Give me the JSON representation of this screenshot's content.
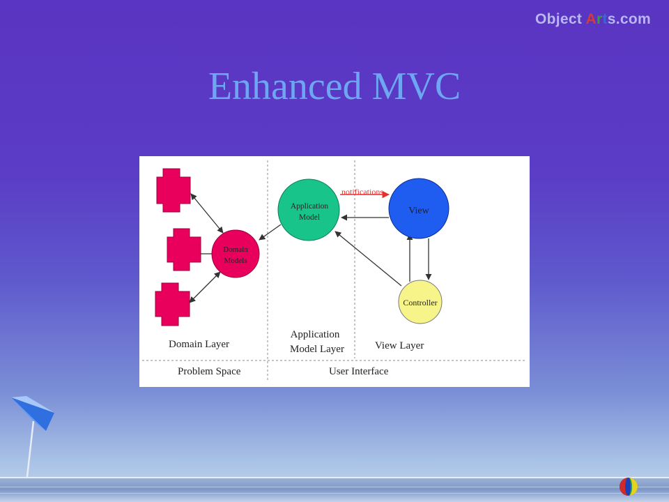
{
  "brand": {
    "prefix": "Object ",
    "a": "A",
    "r": "r",
    "t": "t",
    "suffix": "s.com"
  },
  "title": "Enhanced MVC",
  "diagram": {
    "nodes": {
      "application_model": [
        "Application",
        "Model"
      ],
      "domain_models": [
        "Domain",
        "Models"
      ],
      "view": "View",
      "controller": "Controller"
    },
    "notifications": "notifications",
    "layers": {
      "domain": "Domain Layer",
      "application_model": [
        "Application",
        "Model Layer"
      ],
      "view": "View Layer"
    },
    "spaces": {
      "problem": "Problem Space",
      "user_interface": "User Interface"
    }
  },
  "colors": {
    "domain_object": "#e8005c",
    "domain_models": "#e8005c",
    "application_model": "#19c48a",
    "view": "#1f5cf0",
    "controller": "#f7f58a",
    "notification_arrow": "#e63030"
  }
}
